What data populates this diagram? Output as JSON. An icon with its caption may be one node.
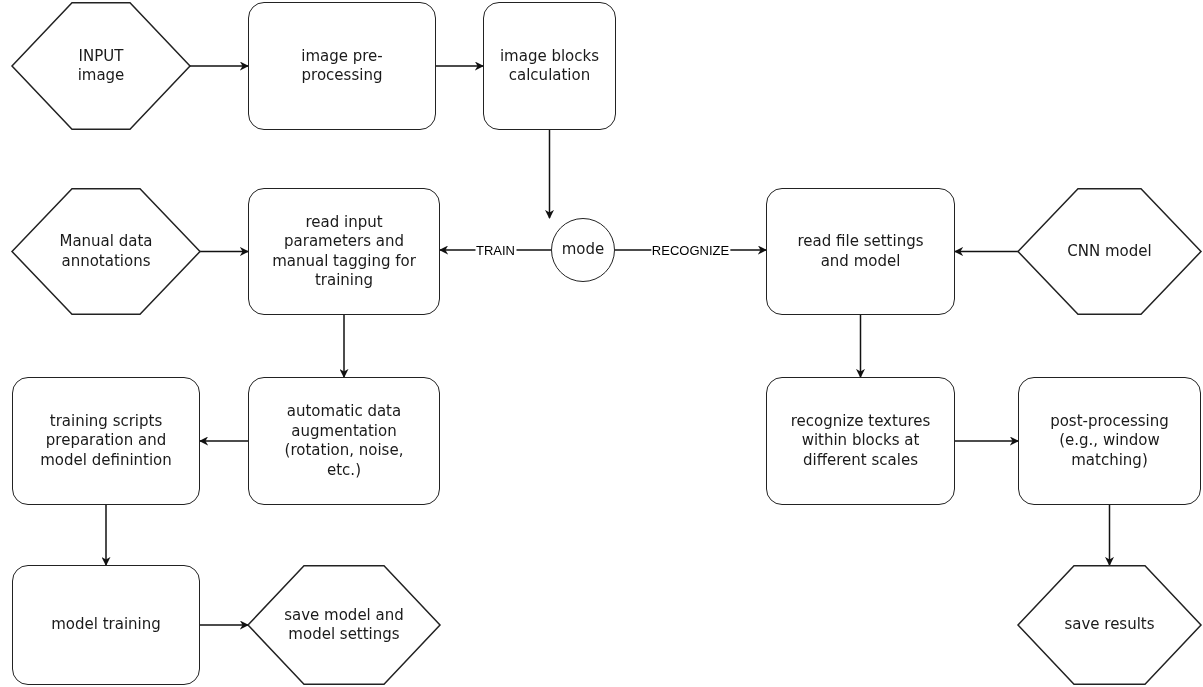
{
  "diagram": {
    "nodes": [
      {
        "text": [
          "INPUT image"
        ]
      },
      {
        "text": [
          "image pre-processing"
        ]
      },
      {
        "text": [
          "image blocks calculation"
        ]
      },
      {
        "text": [
          "Manual data annotations"
        ]
      },
      {
        "text": [
          "read input parameters and manual tagging for training"
        ]
      },
      {
        "text": [
          "mode"
        ]
      },
      {
        "text": [
          "read file settings and model"
        ]
      },
      {
        "text": [
          "CNN model"
        ]
      },
      {
        "text": [
          "training scripts preparation and model definintion"
        ]
      },
      {
        "text": [
          "automatic data augmentation (rotation, noise, etc.)"
        ]
      },
      {
        "text": [
          "recognize textures within blocks at different scales"
        ]
      },
      {
        "text": [
          "post-processing (e.g., window matching)"
        ]
      },
      {
        "text": [
          "model training"
        ]
      },
      {
        "text": [
          "save model and model settings"
        ]
      },
      {
        "text": [
          "save results"
        ]
      }
    ],
    "edges": [
      {
        "from": 0,
        "to": 1,
        "arrow": "to"
      },
      {
        "from": 1,
        "to": 2,
        "arrow": "to"
      },
      {
        "from": 2,
        "to": 5,
        "arrow": "to"
      },
      {
        "from": 5,
        "to": 4,
        "arrow": "to",
        "label": "TRAIN"
      },
      {
        "from": 5,
        "to": 6,
        "arrow": "to",
        "label": "RECOGNIZE"
      },
      {
        "from": 3,
        "to": 4,
        "arrow": "to"
      },
      {
        "from": 7,
        "to": 6,
        "arrow": "to"
      },
      {
        "from": 4,
        "to": 9,
        "arrow": "to"
      },
      {
        "from": 9,
        "to": 8,
        "arrow": "to"
      },
      {
        "from": 8,
        "to": 12,
        "arrow": "to"
      },
      {
        "from": 12,
        "to": 13,
        "arrow": "to"
      },
      {
        "from": 6,
        "to": 10,
        "arrow": "to"
      },
      {
        "from": 10,
        "to": 11,
        "arrow": "to"
      },
      {
        "from": 11,
        "to": 14,
        "arrow": "to"
      }
    ]
  }
}
